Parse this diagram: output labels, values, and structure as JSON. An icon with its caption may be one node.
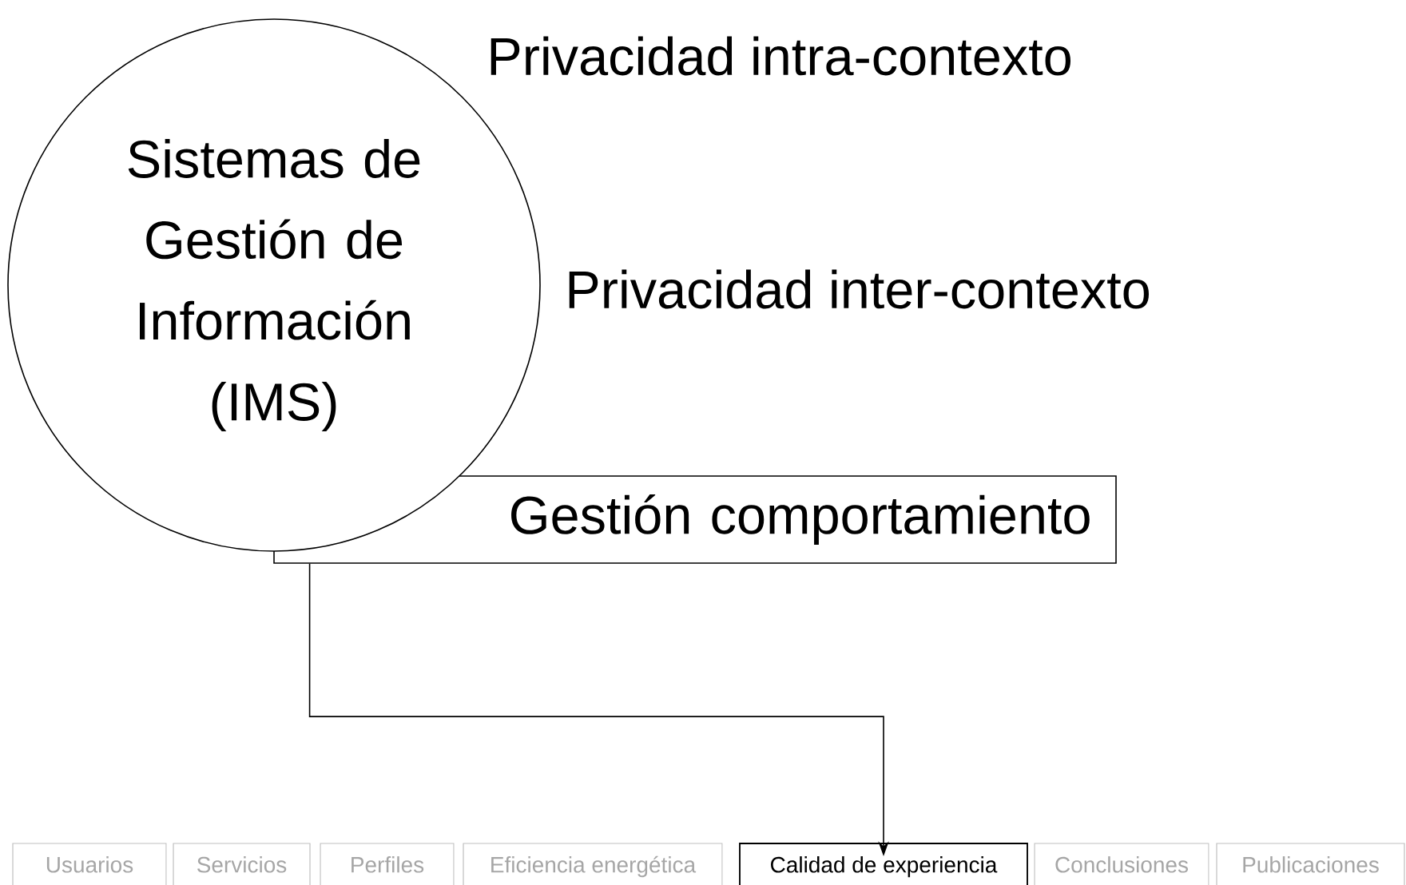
{
  "diagram": {
    "nodes": [
      {
        "text": [
          "Sistemas de Gestión de Información (IMS)"
        ]
      },
      {
        "text": [
          "Gestión comportamiento"
        ]
      },
      {
        "text": [
          "Usuarios"
        ]
      },
      {
        "text": [
          "Servicios"
        ]
      },
      {
        "text": [
          "Perfiles"
        ]
      },
      {
        "text": [
          "Eficiencia energética"
        ]
      },
      {
        "text": [
          "Calidad de experiencia"
        ]
      },
      {
        "text": [
          "Conclusiones"
        ]
      },
      {
        "text": [
          "Publicaciones"
        ]
      }
    ],
    "edges": [
      {
        "from": 1,
        "to": 6,
        "arrow": "to"
      }
    ],
    "labels": [
      "Privacidad intra-contexto",
      "Privacidad inter-contexto"
    ]
  }
}
